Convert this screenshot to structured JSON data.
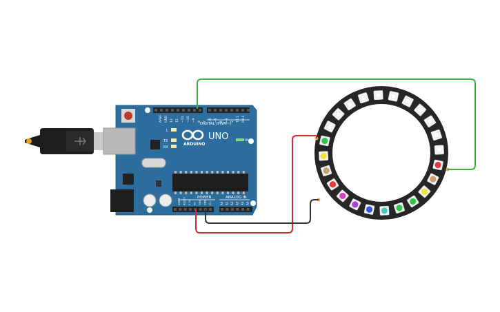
{
  "board": {
    "logo_text": "ARDUINO",
    "model": "UNO",
    "digital_header_label": "DIGITAL (PWM~)",
    "pin_labels_top": [
      "AREF",
      "GND",
      "13",
      "12",
      "~11",
      "~10",
      "~9",
      "8",
      "7",
      "~6",
      "~5",
      "4",
      "~3",
      "2",
      "TX 1",
      "RX 0"
    ],
    "led_labels": [
      "L",
      "TX",
      "RX"
    ],
    "on_label": "ON",
    "power_label": "POWER",
    "analog_label": "ANALOG IN",
    "power_pins": [
      "IOREF",
      "RESET",
      "3.3V",
      "5V",
      "GND",
      "GND",
      "Vin"
    ],
    "analog_pins": [
      "A0",
      "A1",
      "A2",
      "A3",
      "A4",
      "A5"
    ],
    "board_color": "#2d6e9e"
  },
  "ring": {
    "pixel_count": 24,
    "lit_colors": [
      "#e23a3a",
      "#c9a06a",
      "#f0e23a",
      "#35c24a",
      "#35c24a",
      "#44d0c0",
      "#3355e0",
      "#aa44d0",
      "#d040c0",
      "#e23a3a",
      "#c9a06a",
      "#f0e23a",
      "#35c24a",
      "#ffffff",
      "#ffffff",
      "#ffffff",
      "#ffffff",
      "#ffffff",
      "#ffffff",
      "#ffffff",
      "#ffffff",
      "#ffffff",
      "#ffffff",
      "#ffffff"
    ]
  },
  "wires": {
    "data_color": "#3cb043",
    "power_color": "#d42a2a",
    "ground_color": "#333333"
  }
}
